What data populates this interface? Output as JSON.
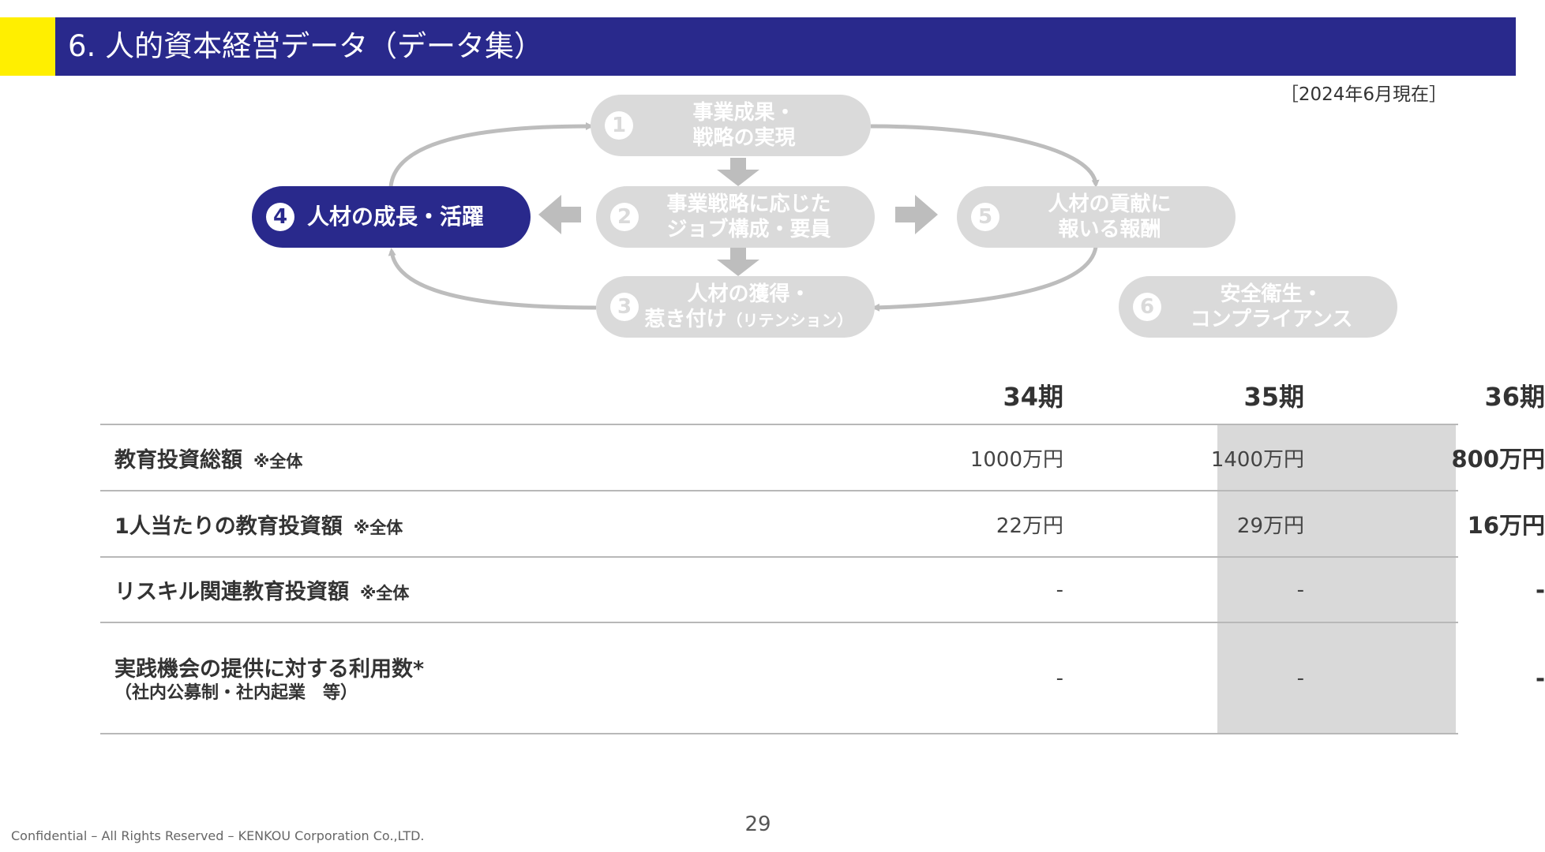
{
  "header": {
    "title": "6. 人的資本経営データ（データ集）",
    "as_of": "［2024年6月現在］",
    "colors": {
      "bar": "#29298c",
      "accent": "#ffef00"
    }
  },
  "diagram": {
    "nodes": [
      {
        "num": "1",
        "lines": [
          "事業成果・",
          "戦略の実現"
        ],
        "active": false
      },
      {
        "num": "2",
        "lines": [
          "事業戦略に応じた",
          "ジョブ構成・要員"
        ],
        "active": false
      },
      {
        "num": "3",
        "lines": [
          "人材の獲得・",
          "惹き付け"
        ],
        "suffix": "（リテンション）",
        "active": false
      },
      {
        "num": "4",
        "lines": [
          "人材の成長・活躍"
        ],
        "active": true
      },
      {
        "num": "5",
        "lines": [
          "人材の貢献に",
          "報いる報酬"
        ],
        "active": false
      },
      {
        "num": "6",
        "lines": [
          "安全衛生・",
          "コンプライアンス"
        ],
        "active": false
      }
    ],
    "colors": {
      "active": "#29298c",
      "inactive": "#dadada",
      "arrow": "#bdbdbd"
    }
  },
  "table": {
    "columns": [
      "34期",
      "35期",
      "36期"
    ],
    "rows": [
      {
        "label": "教育投資総額",
        "note": "※全体",
        "sub": "",
        "values": [
          "1000万円",
          "1400万円",
          "800万円"
        ]
      },
      {
        "label": "1人当たりの教育投資額",
        "note": "※全体",
        "sub": "",
        "values": [
          "22万円",
          "29万円",
          "16万円"
        ]
      },
      {
        "label": "リスキル関連教育投資額",
        "note": "※全体",
        "sub": "",
        "values": [
          "-",
          "-",
          "-"
        ]
      },
      {
        "label": "実践機会の提供に対する利用数*",
        "note": "",
        "sub": "（社内公募制・社内起業　等）",
        "values": [
          "-",
          "-",
          "-"
        ]
      }
    ],
    "highlight_color": "#d9d9d9"
  },
  "footer": {
    "copyright": "Confidential – All Rights Reserved – KENKOU Corporation Co.,LTD.",
    "page": "29"
  }
}
